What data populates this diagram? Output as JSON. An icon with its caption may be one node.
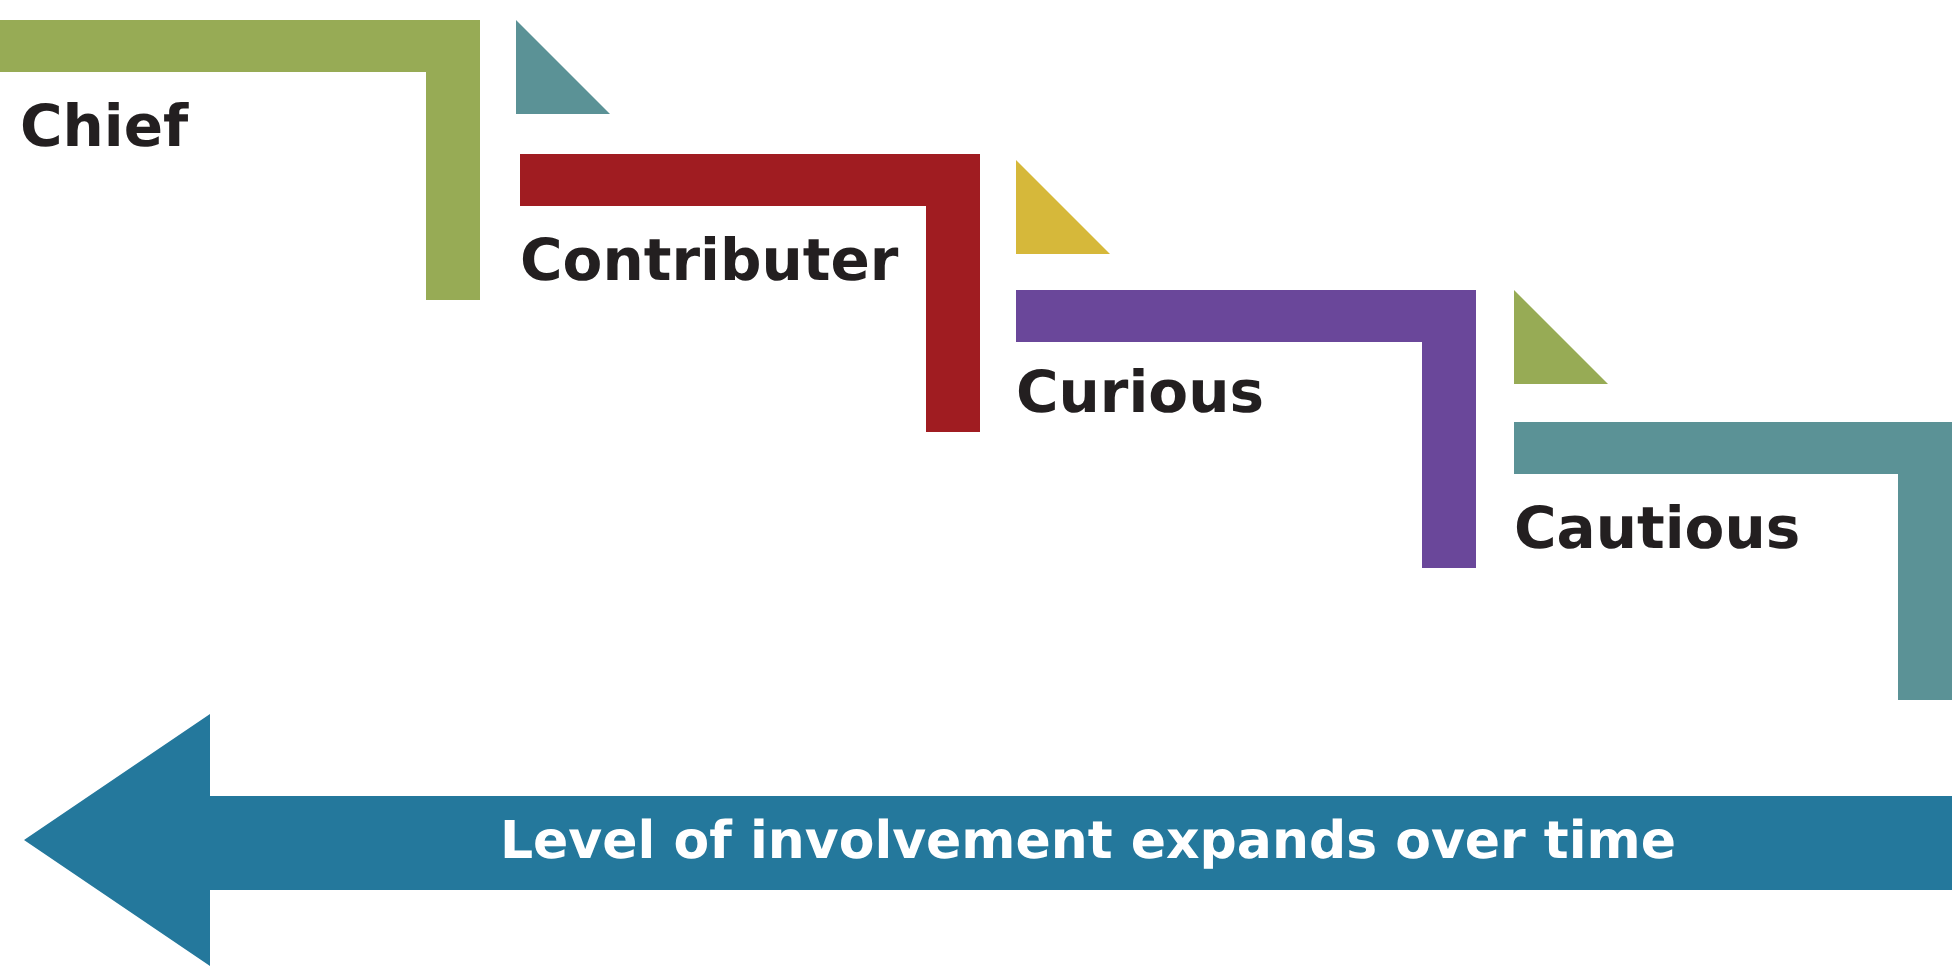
{
  "diagram": {
    "nodes": [
      {
        "text": [
          "Chief"
        ]
      },
      {
        "text": [
          "Contributer"
        ]
      },
      {
        "text": [
          "Curious"
        ]
      },
      {
        "text": [
          "Cautious"
        ]
      },
      {
        "text": [
          "Level of involvement expands over time"
        ]
      }
    ]
  }
}
